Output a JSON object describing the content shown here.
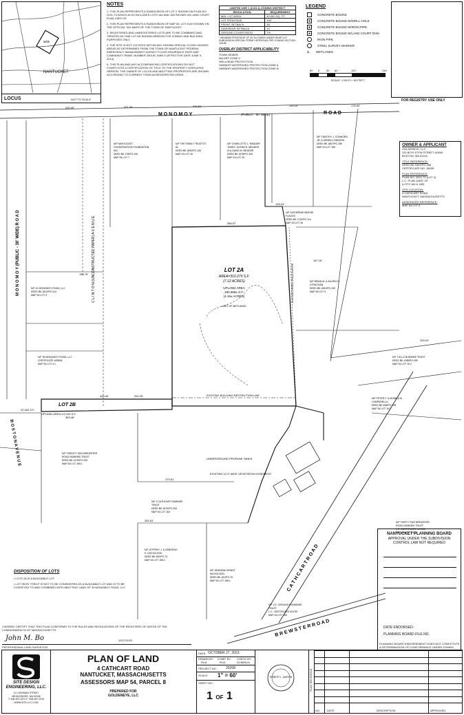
{
  "locus": {
    "label": "LOCUS",
    "scale": "NOT TO SCALE",
    "map_nantucket": "NANTUCKET",
    "map_site": "SITE"
  },
  "notes": {
    "title": "NOTES",
    "items": [
      "1. THIS PLAN REPRESENTS A SUBDIVISION OF LOT 2 SHOWN ON PLAN NO. 2021-73 WHICH ALSO INCLUDES LOTS 164 AND 165 SHOWN ON LAND COURT PLAN 10837-29",
      "2. THIS PLAN REPRESENTS A SUBDIVISION OF MAP 54, LOT 8 AS SHOWN ON THE OFFICIAL TAX MAPS OF THE TOWN OF NANTUCKET.",
      "3. REGISTERED AND UNREGISTERED LOTS ARE TO BE COMBINED AND TREATED AS ONE LOT AS SHOWN HEREON FOR ZONING AND BUILDING PURPOSES ONLY.",
      "4. THE SITE IS NOT LOCATED WITHIN ANY KNOWN SPECIAL FLOOD HAZARD AREAS AS DETERMINED FROM THE TOWN OF NANTUCKET FEDERAL EMERGENCY MANAGEMENT AGENCY FLOOD INSURANCE RATE MAP COMMUNITY-PANEL NUMBER 25019C 0089 G (EFFECTIVE DATE JUNE 9, 2014).",
      "5. THIS PLAN AND ANY ACCOMPANYING CERTIFICATIONS DO NOT CONSTITUTE A CERTIFICATION OF TITLE TO THE PROPERTY DISPLAYED HEREON. THE OWNER OF LOCUS AND ABUTTING PROPERTIES ARE SHOWN ACCORDING TO CURRENT TOWN ASSESSORS RECORDS."
    ]
  },
  "zoning": {
    "title": "LIMITED USE 1 (LUG-1) ZONING DISTRICT",
    "headers": [
      "REGULATION",
      "REQUIREMENT"
    ],
    "rows": [
      [
        "MIN. LOT AREA",
        "40,000 SQ. FT."
      ],
      [
        "LOT FRONTAGE",
        "100'"
      ],
      [
        "FRONT SETBACK",
        "35'"
      ],
      [
        "SIDE/REAR SETBACK",
        "10'"
      ],
      [
        "GROUND COVER RATIO",
        "7%"
      ]
    ],
    "footnote": "* MINIMUM FRONTAGE OF 20' ALLOWED UNDER REAR LOT SUBDIVISION SPECIAL PERMIT APPROVAL PER ZONING SECTION 139-8E"
  },
  "overlay": {
    "title": "OVERLAY DISTRICT APPLICABILITY",
    "items": [
      "TOWN SEWER",
      "MA DEP ZONE II",
      "WELLHEAD PROTECTION",
      "HARBOR WATERSHED PROTECTION ZONE A",
      "HARBOR WATERSHED PROTECTION ZONE B"
    ]
  },
  "legend": {
    "title": "LEGEND",
    "items": [
      {
        "icon": "square-icon",
        "label": "CONCRETE BOUND"
      },
      {
        "icon": "square-dot-icon",
        "label": "CONCRETE BOUND W/DRILL HOLE"
      },
      {
        "icon": "square-dot-icon",
        "label": "CONCRETE BOUND W/IRON PIPE"
      },
      {
        "icon": "square-dot-icon",
        "label": "CONCRETE BOUND W/LAND COURT DISK"
      },
      {
        "icon": "circle-icon",
        "label": "IRON PIPE"
      },
      {
        "icon": "circle-icon",
        "label": "STEEL SURVEY MARKER"
      },
      {
        "icon": "wetland-icon",
        "label": "WETLANDS"
      }
    ]
  },
  "scalebar": {
    "ticks": [
      "60",
      "0",
      "30",
      "60",
      "120",
      "240"
    ],
    "label": "SCALE: 1 INCH = 60 FEET"
  },
  "registry": "FOR REGISTRY USE ONLY",
  "owner": {
    "title": "OWNER & APPLICANT",
    "lines": [
      "GOLDENEYE, LLC",
      "220 BOYLSTON STREET, #9009",
      "BOSTON, MA 02116"
    ],
    "title_ref_h": "TITLE REFERENCE:",
    "title_ref": [
      "DEED BK.1841/PG.285",
      "CERTIFICATE NO. 28035"
    ],
    "plan_ref_h": "PLAN REFERENCE:",
    "plan_ref": [
      "PLAN NO. 2021-73 (LOT 2)",
      "L.C. PLAN 10837-29",
      "(LOTS 164 & 165)"
    ],
    "site_h": "SITE LOCATION:",
    "site": [
      "4 CATHCART ROAD",
      "NANTUCKET, MASSACHUSETTS"
    ],
    "assess_h": "ASSESSORS REFERENCE:",
    "assess": [
      "MAP 54 LOT 8"
    ]
  },
  "plan": {
    "road_top": "M O N O M O Y",
    "road_top_wide": "(PUBLIC - 50' WIDE)",
    "road_top_r": "R O A D",
    "road_left": "M O N O M O Y   (PUBLIC - 30' WIDE)   R O A D",
    "clinton": "C L I N T O N   (UNCONSTRUCTED PAPER)   A V E N U E",
    "boston": "B O S T O N   A V E N U E",
    "cathcart": "C A T H C A R T   R O A D",
    "brewster": "B R E W S T E R   R O A D",
    "lot2a_title": "LOT 2A",
    "lot2a_area": "AREA=310,270 S.F.",
    "lot2a_acres": "(7.12 ACRES)",
    "lot2a_upland": "UPLAND AREA",
    "lot2a_upland_sf": "182,558± S.F.",
    "lot2a_upland_ac": "(4.19± ACRES)",
    "lot2b_title": "LOT 2B",
    "lot2b_area": "22,160 S.F.",
    "lot2b_upland": "UPLAND AREA=22,244 S.F.",
    "limit_wetlands": "LIMIT OF WETLANDS",
    "existing_bldg": "EXISTING BUILDING RESTRICTION LINE",
    "propane": "UNDERGROUND PROPANE TANKS",
    "vegetation": "EXISTING 12.5' WIDE VEGETATION EASEMENT",
    "buffer": "EXISTING GREEN SPACE BUFFER",
    "abutters": [
      {
        "t": "N/F NANTUCKET CONSERVATION FOUNDATION, INC.",
        "d": "DEED BK.178/PG.106",
        "m": "MAP 54 LOT 7"
      },
      {
        "t": "N/F THE FAMILY TRUST ET. AL.",
        "d": "DEED BK.1600/PG.126",
        "m": "MAP 43 LOT 26"
      },
      {
        "t": "N/F CHARLOTTE L. MEADER JONES, GLENN R. MEADER, III & DAVID M. MEADER",
        "d": "DEED BK.1578/PG.343",
        "m": "MAP 43 LOT 25"
      },
      {
        "t": "N/F TIMOTHY J. CONNORS, JR. & DEBRA CONNORS",
        "d": "DEED BK.1867/PG.189",
        "m": "MAP 43 LOT 156"
      },
      {
        "t": "N/F KATHERINE BESSIE FUGATE",
        "d": "DEED BK.1720/PG.114",
        "m": "MAP 43 LOT 28"
      },
      {
        "t": "N/F BRIAN M. & AILEEN S. STRACHAN",
        "d": "DEED BK.1081/PG.109",
        "m": "MAP 54 LOT 9"
      },
      {
        "t": "N/F TULLO NOMINEE TRUST",
        "d": "DEED BK.1188/PG.305",
        "m": "MAP 54 LOT 15.2"
      },
      {
        "t": "N/F PETER F. & MONICA M. CAMPANELLA",
        "d": "DEED BK.938/PG.228",
        "m": "MAP 54 LOT 15.1"
      },
      {
        "t": "N/F 41 MONOMOY ROAD, LLC",
        "d": "DEED BK.1810/PG.314",
        "m": "MAP 54 LOT 3"
      },
      {
        "t": "N/F 39 MONOMOY ROAD, LLC",
        "d": "CERTIFICATE #28908",
        "m": "MAP 54 LOT 3.1"
      },
      {
        "t": "N/F TWENTY-TWO BREWSTER ROAD NOMINEE TRUST",
        "d": "DEED BK.1475/PG.228",
        "m": "MAP 54 LOT 159.1"
      },
      {
        "t": "N/F 2 CATHCART NOMINEE TRUST",
        "d": "DEED BK.1670/PG.263",
        "m": "MAP 54 LOT 163"
      },
      {
        "t": "N/F JEFFREY J. & DEBORAH E. NICHOLSON",
        "d": "DEED BK.300/PG.73",
        "m": "MAP 54 LOT 158.2"
      },
      {
        "t": "N/F DEBORAH ERNST NICHOLSON",
        "d": "DEED BK.181/PG.76",
        "m": "MAP 54 LOT 158.1"
      },
      {
        "t": "N/F J.E. CROWLEY NOMINEE TRUST",
        "d": "L.C. CERTIFICATE #19787",
        "m": "MAP 54 LOT 159"
      },
      {
        "t": "N/F THIRTY-TWO BREWSTER ROAD NOMINEE TRUST",
        "d": "L.C. CERTIFICATE #19086",
        "m": "MAP 54 LOT 159.3"
      }
    ],
    "dims": [
      "200.00'",
      "249.61'",
      "125.15'",
      "176.00'",
      "201.00'",
      "366.57'",
      "444.40'",
      "251.00'",
      "363.48'",
      "194.75'",
      "270.61'",
      "282.61'",
      "167.16'",
      "125.24'",
      "193.04'"
    ]
  },
  "disposition": {
    "title": "DISPOSITION OF LOTS",
    "items": [
      "LOTS 2A IS A BUILDABLE LOT",
      "LOT 2B BY ITSELF IS NOT TO BE CONSIDERED AS A BUILDABLE LOT AND IS TO BE CONVEYED TO AND COMBINED WITH ABUTTING LAND OF 39 MONOMOY ROAD, LLC"
    ]
  },
  "certification": "I HEREBY CERTIFY THAT THIS PLAN CONFORMS TO THE RULES AND REGULATIONS OF THE REGISTERS OF DEEDS OF THE COMMONWEALTH OF MASSACHUSETTS",
  "surveyor": {
    "signature": "John M. Bo",
    "date": "10/27/2023",
    "label": "PROFESSIONAL LAND SURVEYOR"
  },
  "planning_board": {
    "title": "NANTUCKET PLANNING BOARD",
    "lines": [
      "APPROVAL UNDER THE SUBDIVISION",
      "CONTROL LAW NOT REQUIRED"
    ],
    "date_endorsed": "DATE ENDORSED:",
    "file_no": "PLANNING BOARD FILE NO.",
    "footer": "PLANNING BOARD ENDORSEMENT DOES NOT CONSTITUTE A DETERMINATION OF CONFORMANCE UNDER ZONING"
  },
  "title_block": {
    "company": "SITE DESIGN ENGINEERING, LLC.",
    "company_addr": [
      "11 CUSHMAN STREET",
      "MIDDLEBORO, MA 02346",
      "T: 508-967-0673   F: 508-967-0075",
      "WWW.SITE-LLC.COM"
    ],
    "plan_title": "PLAN OF LAND",
    "address1": "4 CATHCART ROAD",
    "address2": "NANTUCKET, MASSACHUSETTS",
    "assessors": "ASSESSORS MAP 54, PARCEL 8",
    "prepared": "PREPARED FOR",
    "prepared_for": "GOLDENEYE, LLC",
    "date_label": "DATE:",
    "date": "OCTOBER 27, 2023",
    "drawn_label": "DRAWN BY:",
    "drawn": "RLM",
    "comp_label": "COMP. BY:",
    "comp": "RLM",
    "check_label": "CHECK BY:",
    "check": "DCM/RLM",
    "project_label": "PROJECT NO.",
    "project": "20208",
    "scale_label": "SCALE:",
    "scale": "1\" = 60'",
    "sheet_label": "SHEET NO.:",
    "sheet_num": "1",
    "sheet_of": "OF",
    "sheet_total": "1",
    "seal": "ROBERT L. MARTIN",
    "revisions": "PLAN REVISIONS",
    "rev_headers": [
      "NO.",
      "DATE",
      "DESCRIPTION",
      "APPROVED"
    ]
  }
}
